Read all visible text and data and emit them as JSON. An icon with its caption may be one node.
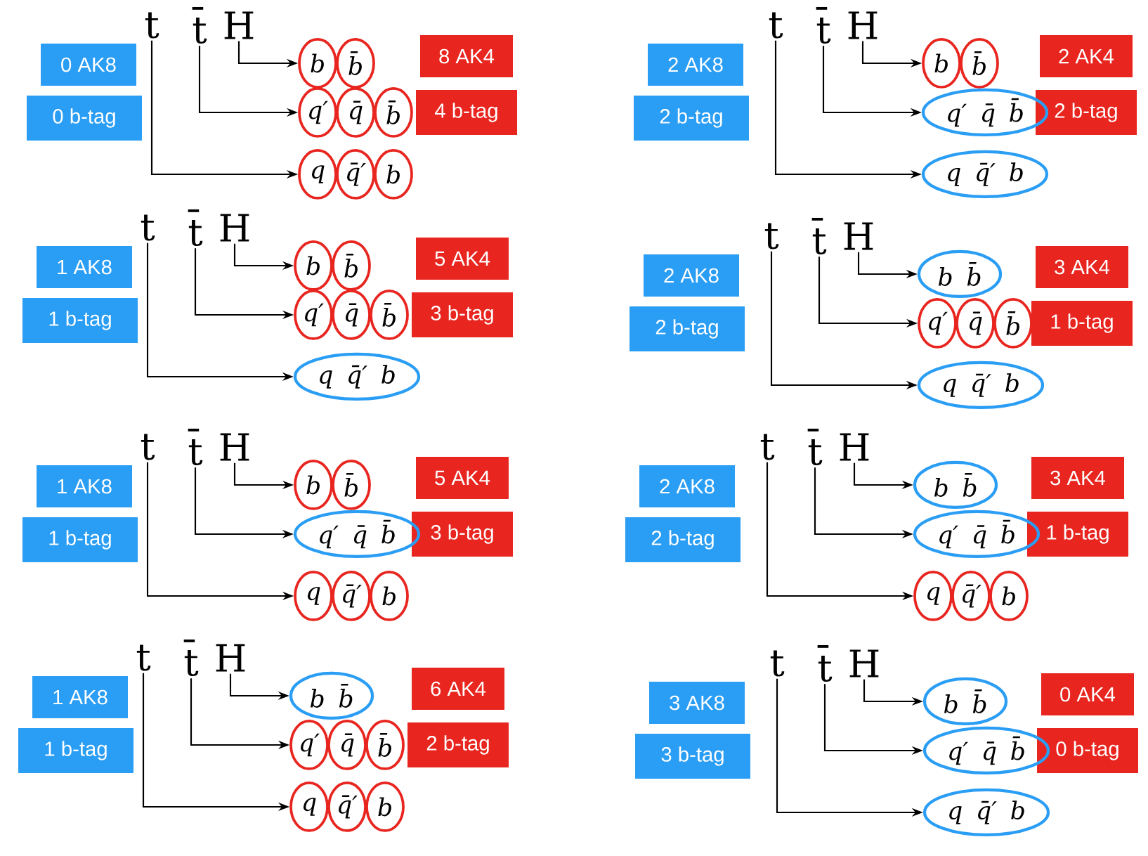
{
  "diagram": {
    "nodes": [
      {
        "text": [
          "0 AK8"
        ]
      },
      {
        "text": [
          "0 b-tag"
        ]
      },
      {
        "text": [
          "t"
        ]
      },
      {
        "text": [
          "t̄"
        ]
      },
      {
        "text": [
          "H"
        ]
      },
      {
        "text": [
          "b"
        ]
      },
      {
        "text": [
          "b̄"
        ]
      },
      {
        "text": [
          "8 AK4"
        ]
      },
      {
        "text": [
          "4 b-tag"
        ]
      },
      {
        "text": [
          "q′"
        ]
      },
      {
        "text": [
          "q̄"
        ]
      },
      {
        "text": [
          "b̄"
        ]
      },
      {
        "text": [
          "q"
        ]
      },
      {
        "text": [
          "q̄′"
        ]
      },
      {
        "text": [
          "b"
        ]
      },
      {
        "text": [
          "2 AK8"
        ]
      },
      {
        "text": [
          "2 b-tag"
        ]
      },
      {
        "text": [
          "t"
        ]
      },
      {
        "text": [
          "t̄"
        ]
      },
      {
        "text": [
          "H"
        ]
      },
      {
        "text": [
          "b"
        ]
      },
      {
        "text": [
          "b̄"
        ]
      },
      {
        "text": [
          "2 AK4"
        ]
      },
      {
        "text": [
          "2 b-tag"
        ]
      },
      {
        "text": [
          "q′",
          "q̄",
          "b̄"
        ]
      },
      {
        "text": [
          "q",
          "q̄′",
          "b"
        ]
      },
      {
        "text": [
          "1 AK8"
        ]
      },
      {
        "text": [
          "1 b-tag"
        ]
      },
      {
        "text": [
          "t"
        ]
      },
      {
        "text": [
          "t̄"
        ]
      },
      {
        "text": [
          "H"
        ]
      },
      {
        "text": [
          "b"
        ]
      },
      {
        "text": [
          "b̄"
        ]
      },
      {
        "text": [
          "5 AK4"
        ]
      },
      {
        "text": [
          "3 b-tag"
        ]
      },
      {
        "text": [
          "q′"
        ]
      },
      {
        "text": [
          "q̄"
        ]
      },
      {
        "text": [
          "b̄"
        ]
      },
      {
        "text": [
          "q",
          "q̄′",
          "b"
        ]
      },
      {
        "text": [
          "2 AK8"
        ]
      },
      {
        "text": [
          "2 b-tag"
        ]
      },
      {
        "text": [
          "t"
        ]
      },
      {
        "text": [
          "t̄"
        ]
      },
      {
        "text": [
          "H"
        ]
      },
      {
        "text": [
          "b",
          "b̄"
        ]
      },
      {
        "text": [
          "3 AK4"
        ]
      },
      {
        "text": [
          "1 b-tag"
        ]
      },
      {
        "text": [
          "q′"
        ]
      },
      {
        "text": [
          "q̄"
        ]
      },
      {
        "text": [
          "b̄"
        ]
      },
      {
        "text": [
          "q",
          "q̄′",
          "b"
        ]
      },
      {
        "text": [
          "1 AK8"
        ]
      },
      {
        "text": [
          "1 b-tag"
        ]
      },
      {
        "text": [
          "t"
        ]
      },
      {
        "text": [
          "t̄"
        ]
      },
      {
        "text": [
          "H"
        ]
      },
      {
        "text": [
          "b"
        ]
      },
      {
        "text": [
          "b̄"
        ]
      },
      {
        "text": [
          "5 AK4"
        ]
      },
      {
        "text": [
          "3 b-tag"
        ]
      },
      {
        "text": [
          "q′",
          "q̄",
          "b̄"
        ]
      },
      {
        "text": [
          "q"
        ]
      },
      {
        "text": [
          "q̄′"
        ]
      },
      {
        "text": [
          "b"
        ]
      },
      {
        "text": [
          "2 AK8"
        ]
      },
      {
        "text": [
          "2 b-tag"
        ]
      },
      {
        "text": [
          "t"
        ]
      },
      {
        "text": [
          "t̄"
        ]
      },
      {
        "text": [
          "H"
        ]
      },
      {
        "text": [
          "b",
          "b̄"
        ]
      },
      {
        "text": [
          "3 AK4"
        ]
      },
      {
        "text": [
          "1 b-tag"
        ]
      },
      {
        "text": [
          "q′",
          "q̄",
          "b̄"
        ]
      },
      {
        "text": [
          "q"
        ]
      },
      {
        "text": [
          "q̄′"
        ]
      },
      {
        "text": [
          "b"
        ]
      },
      {
        "text": [
          "1 AK8"
        ]
      },
      {
        "text": [
          "1 b-tag"
        ]
      },
      {
        "text": [
          "t"
        ]
      },
      {
        "text": [
          "t̄"
        ]
      },
      {
        "text": [
          "H"
        ]
      },
      {
        "text": [
          "b",
          "b̄"
        ]
      },
      {
        "text": [
          "6 AK4"
        ]
      },
      {
        "text": [
          "2 b-tag"
        ]
      },
      {
        "text": [
          "q′"
        ]
      },
      {
        "text": [
          "q̄"
        ]
      },
      {
        "text": [
          "b̄"
        ]
      },
      {
        "text": [
          "q"
        ]
      },
      {
        "text": [
          "q̄′"
        ]
      },
      {
        "text": [
          "b"
        ]
      },
      {
        "text": [
          "3 AK8"
        ]
      },
      {
        "text": [
          "3 b-tag"
        ]
      },
      {
        "text": [
          "t"
        ]
      },
      {
        "text": [
          "t̄"
        ]
      },
      {
        "text": [
          "H"
        ]
      },
      {
        "text": [
          "b",
          "b̄"
        ]
      },
      {
        "text": [
          "0 AK4"
        ]
      },
      {
        "text": [
          "0 b-tag"
        ]
      },
      {
        "text": [
          "q′",
          "q̄",
          "b̄"
        ]
      },
      {
        "text": [
          "q",
          "q̄′",
          "b"
        ]
      }
    ],
    "edges": [
      {
        "from": 4,
        "to": 5,
        "arrow": "to"
      },
      {
        "from": 3,
        "to": 9,
        "arrow": "to"
      },
      {
        "from": 2,
        "to": 12,
        "arrow": "to"
      },
      {
        "from": 19,
        "to": 20,
        "arrow": "to"
      },
      {
        "from": 18,
        "to": 24,
        "arrow": "to"
      },
      {
        "from": 17,
        "to": 25,
        "arrow": "to"
      },
      {
        "from": 30,
        "to": 31,
        "arrow": "to"
      },
      {
        "from": 29,
        "to": 35,
        "arrow": "to"
      },
      {
        "from": 28,
        "to": 38,
        "arrow": "to"
      },
      {
        "from": 43,
        "to": 44,
        "arrow": "to"
      },
      {
        "from": 42,
        "to": 47,
        "arrow": "to"
      },
      {
        "from": 41,
        "to": 50,
        "arrow": "to"
      },
      {
        "from": 55,
        "to": 56,
        "arrow": "to"
      },
      {
        "from": 54,
        "to": 60,
        "arrow": "to"
      },
      {
        "from": 53,
        "to": 61,
        "arrow": "to"
      },
      {
        "from": 68,
        "to": 69,
        "arrow": "to"
      },
      {
        "from": 67,
        "to": 72,
        "arrow": "to"
      },
      {
        "from": 66,
        "to": 73,
        "arrow": "to"
      },
      {
        "from": 80,
        "to": 81,
        "arrow": "to"
      },
      {
        "from": 79,
        "to": 84,
        "arrow": "to"
      },
      {
        "from": 78,
        "to": 87,
        "arrow": "to"
      },
      {
        "from": 94,
        "to": 95,
        "arrow": "to"
      },
      {
        "from": 93,
        "to": 98,
        "arrow": "to"
      },
      {
        "from": 92,
        "to": 99,
        "arrow": "to"
      }
    ]
  }
}
